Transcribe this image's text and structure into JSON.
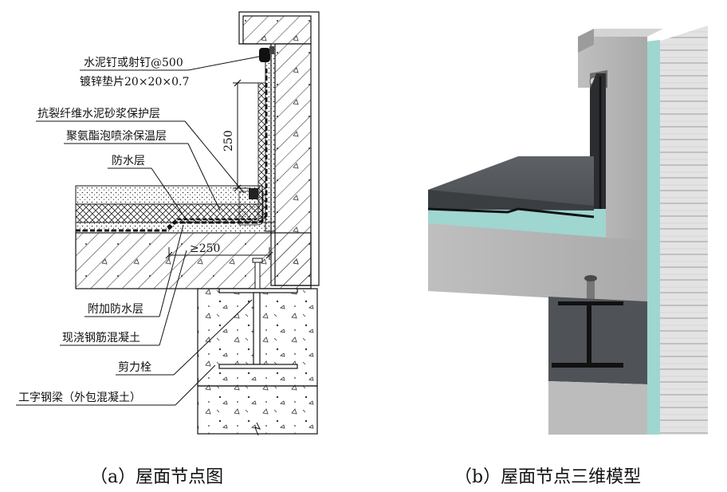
{
  "panel_a": {
    "labels": {
      "nail": "水泥钉或射钉@500",
      "washer": "镀锌垫片20×20×0.7",
      "mortar": "抗裂纤维水泥砂浆保护层",
      "insulation": "聚氨酯泡喷涂保温层",
      "waterproof": "防水层",
      "extra_waterproof": "附加防水层",
      "concrete": "现浇钢筋混凝土",
      "shear_stud": "剪力栓",
      "beam": "工字钢梁（外包混凝土）"
    },
    "dim_vertical": "250",
    "dim_horizontal": "≥250"
  },
  "captions": {
    "a": "（a）屋面节点图",
    "b": "（b）屋面节点三维模型"
  }
}
